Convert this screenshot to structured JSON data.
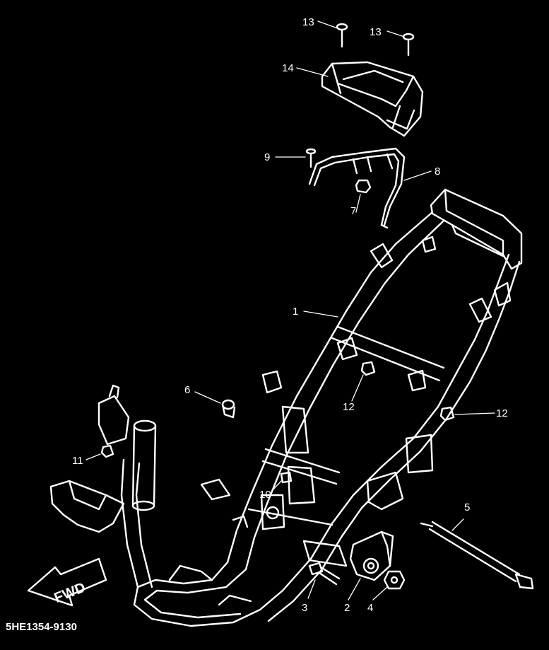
{
  "diagram_code": "5HE1354-9130",
  "fwd_label": "FWD",
  "callouts": {
    "c1": "1",
    "c2": "2",
    "c3": "3",
    "c4": "4",
    "c5": "5",
    "c6": "6",
    "c7": "7",
    "c8": "8",
    "c9": "9",
    "c10": "10",
    "c11": "11",
    "c12a": "12",
    "c12b": "12",
    "c13a": "13",
    "c13b": "13",
    "c14": "14"
  },
  "colors": {
    "background": "#000000",
    "line": "#ffffff"
  }
}
